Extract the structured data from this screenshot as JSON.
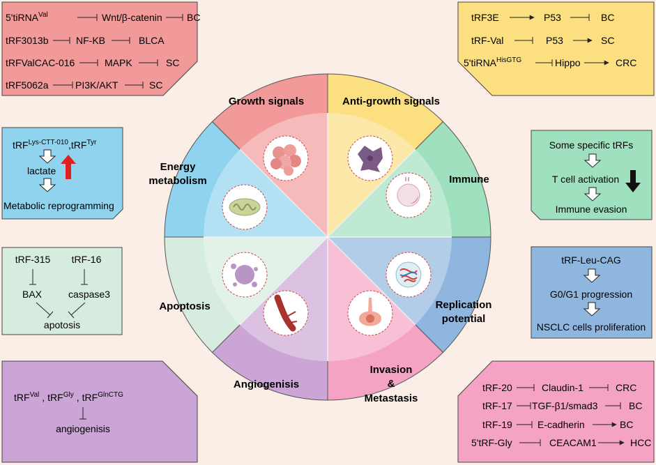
{
  "colors": {
    "growth": "#f29a9a",
    "anti_growth": "#fbdf80",
    "immune": "#9fe0be",
    "replication": "#8fb6de",
    "invasion": "#f5a3c4",
    "angiogenesis": "#cba5d6",
    "apoptosis": "#d6ecdf",
    "energy": "#8fd3ef",
    "background": "#fbeee6"
  },
  "sectors": {
    "growth": "Growth signals",
    "anti_growth": "Anti-growth signals",
    "immune": "Immune",
    "replication_1": "Replication",
    "replication_2": "potential",
    "invasion_1": "Invasion",
    "invasion_2": "&",
    "invasion_3": "Metastasis",
    "angiogenesis": "Angiogenisis",
    "apoptosis": "Apoptosis",
    "energy_1": "Energy",
    "energy_2": "metabolism"
  },
  "icons": {
    "growth": "tumor-cell-cluster-icon",
    "anti_growth": "irregular-cell-icon",
    "immune": "t-cell-icon",
    "replication": "nucleus-dna-icon",
    "invasion": "migrating-cell-icon",
    "angiogenesis": "blood-vessel-icon",
    "apoptosis": "apoptotic-cell-icon",
    "energy": "mitochondrion-icon"
  },
  "growth_box": [
    {
      "a": "5'tiRNA",
      "a_sup": "Val",
      "b": "Wnt/β-catenin",
      "c": "BC"
    },
    {
      "a": "tRF3013b",
      "a_sup": "",
      "b": "NF-KB",
      "c": "BLCA"
    },
    {
      "a": "tRFValCAC-016",
      "a_sup": "",
      "b": "MAPK",
      "c": "SC"
    },
    {
      "a": "tRF5062a",
      "a_sup": "",
      "b": "PI3K/AKT",
      "c": "SC"
    }
  ],
  "anti_box": [
    {
      "a": "tRF3E",
      "a_sup": "",
      "b": "P53",
      "c": "BC"
    },
    {
      "a": "tRF-Val",
      "a_sup": "",
      "b": "P53",
      "c": "SC"
    },
    {
      "a": "5'tiRNA",
      "a_sup": "HisGTG",
      "b": "Hippo",
      "c": "CRC"
    }
  ],
  "energy_box": {
    "t1": "tRF",
    "s1": "Lys-CTT-010",
    "sep": ",",
    "t2": "tRF",
    "s2": "Tyr",
    "mid": "lactate",
    "bottom": "Metabolic reprogramming"
  },
  "immune_box": {
    "l1": "Some specific  tRFs",
    "l2": "T cell activation",
    "l3": "Immune evasion"
  },
  "apoptosis_box": {
    "a1": "tRF-315",
    "a2": "tRF-16",
    "b1": "BAX",
    "b2": "caspase3",
    "c": "apotosis"
  },
  "replication_box": {
    "l1": "tRF-Leu-CAG",
    "l2": "G0/G1 progression",
    "l3": "NSCLC cells proliferation"
  },
  "angio_box": {
    "t1": "tRF",
    "s1": "Val",
    "t2": "tRF",
    "s2": "Gly",
    "t3": "tRF",
    "s3": "GlnCTG",
    "sep1": ",",
    "sep2": ",",
    "bottom": "angiogenisis"
  },
  "invasion_box": [
    {
      "a": "tRF-20",
      "b": "Claudin-1",
      "c": "CRC"
    },
    {
      "a": "tRF-17",
      "b": "TGF-β1/smad3",
      "c": "BC"
    },
    {
      "a": "tRF-19",
      "b": "E-cadherin",
      "c": "BC"
    },
    {
      "a": "5'tRF-Gly",
      "b": "CEACAM1",
      "c": "HCC"
    }
  ]
}
